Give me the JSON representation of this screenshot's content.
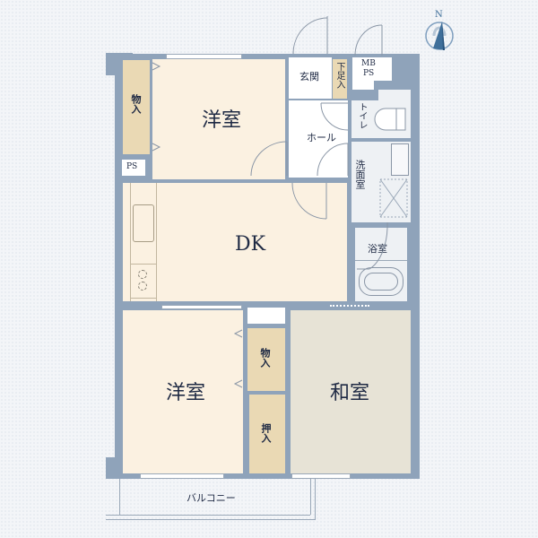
{
  "floor_plan": {
    "rooms": {
      "western_room_top": {
        "label": "洋室"
      },
      "storage_top_left": {
        "label": "物入"
      },
      "ps_top_left": {
        "label": "PS"
      },
      "entrance": {
        "label": "玄関"
      },
      "shoe_closet": {
        "label": "下足入"
      },
      "mb_ps": {
        "label": "MB\nPS",
        "line1": "MB",
        "line2": "PS"
      },
      "toilet": {
        "label": "トイレ"
      },
      "hall": {
        "label": "ホール"
      },
      "washroom": {
        "label": "洗面室"
      },
      "dk": {
        "label": "DK"
      },
      "bathroom": {
        "label": "浴室"
      },
      "western_room_bottom": {
        "label": "洋室"
      },
      "storage_bottom": {
        "label": "物入"
      },
      "oshiire": {
        "label": "押入"
      },
      "japanese_room": {
        "label": "和室"
      },
      "balcony": {
        "label": "バルコニー"
      }
    },
    "compass": {
      "north_label": "N"
    },
    "colors": {
      "wall": "#8fa3ba",
      "western_floor": "#fbf1e1",
      "japanese_floor": "#e7e3d6",
      "closet": "#ead9b4",
      "wet_area": "#eef1f4",
      "text": "#1f2a44",
      "compass": "#3f6f9a"
    }
  }
}
